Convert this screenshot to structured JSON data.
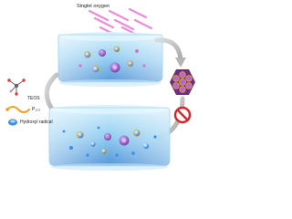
{
  "labels": {
    "singlet_oxygen": "Singlet oxygen",
    "teos": "TEOS",
    "p123": "P₁₂₃",
    "hydroxyl_radical": "Hydroxyl radical"
  },
  "colors": {
    "water_top": "#a9dcf5",
    "water_deep": "#3c8fd6",
    "arrow_gray": "#b8b8b8",
    "singlet_oxygen": "#e060c0",
    "hydroxyl_radical": "#3a8fe0",
    "micelle_core": "#7a3c8c",
    "micelle_orange": "#f0a020",
    "prohibit_red": "#d8232a"
  },
  "icons": [
    "molecule-icon",
    "polymer-chain-icon",
    "hydroxyl-radical-icon",
    "prohibited-icon"
  ]
}
